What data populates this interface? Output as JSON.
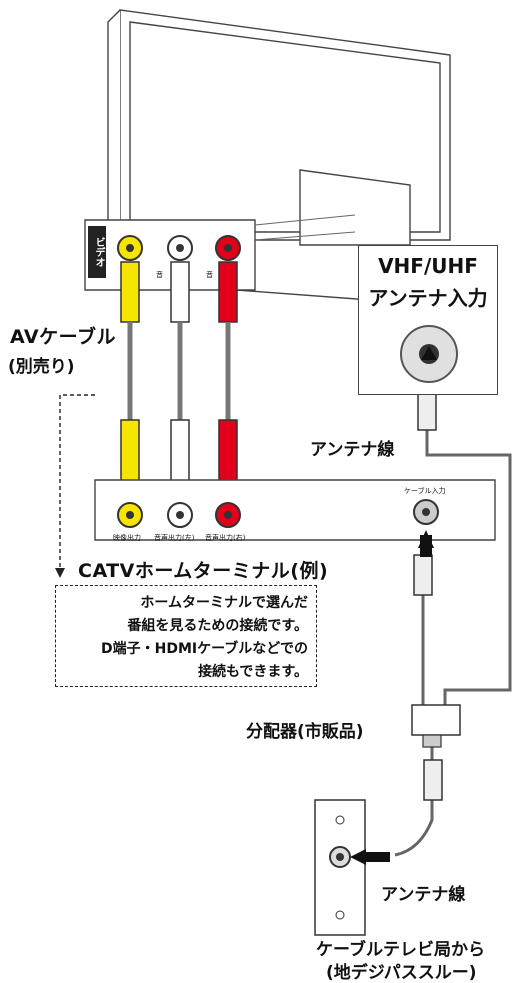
{
  "labels": {
    "av_cable": "AVケーブル",
    "av_cable_note": "(別売り)",
    "catv_terminal": "CATVホームターミナル(例)",
    "antenna_box_line1": "VHF/UHF",
    "antenna_box_line2": "アンテナ入力",
    "antenna_wire_top": "アンテナ線",
    "antenna_wire_bottom": "アンテナ線",
    "splitter": "分配器(市販品)",
    "source_line1": "ケーブルテレビ局から",
    "source_line2": "(地デジパススルー)",
    "video_vertical": "ビデオ",
    "tv_port_audio_left": "音",
    "tv_port_audio_right": "音",
    "cable_input": "ケーブル入力",
    "out_video": "映像出力",
    "out_audio_left": "音声出力(左)",
    "out_audio_right": "音声出力(右)"
  },
  "note_lines": [
    "ホームターミナルで選んだ",
    "番組を見るための接続です。",
    "D端子・HDMIケーブルなどでの",
    "接続もできます。"
  ],
  "colors": {
    "yellow": "#f5e500",
    "white": "#ffffff",
    "red": "#e3001b",
    "outline": "#333333"
  }
}
